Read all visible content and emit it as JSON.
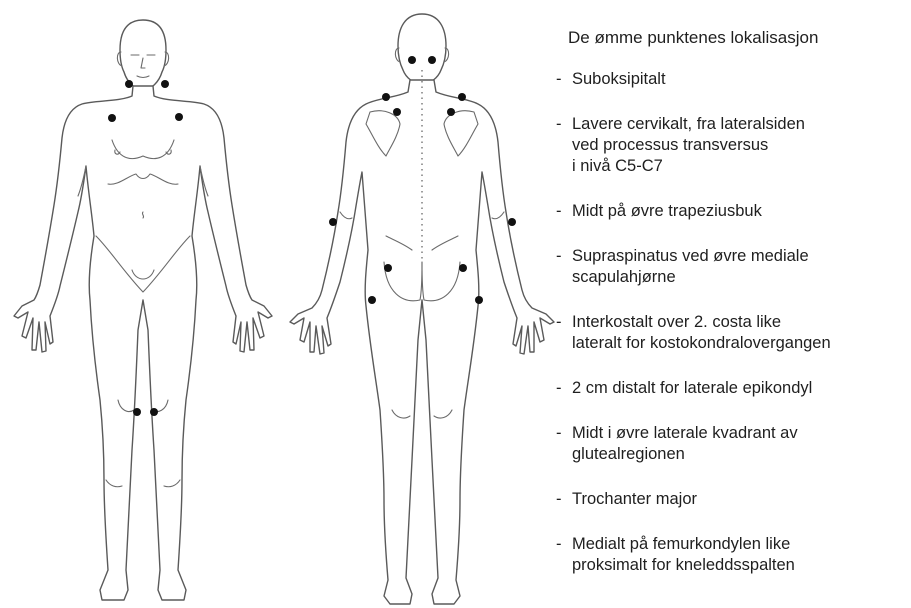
{
  "legend": {
    "title": "De ømme punktenes lokalisasjon",
    "items": [
      "Suboksipitalt",
      "Lavere cervikalt, fra lateralsiden\nved processus transversus\ni nivå C5-C7",
      "Midt på øvre trapeziusbuk",
      "Supraspinatus ved øvre mediale\nscapulahjørne",
      "Interkostalt over 2. costa like\nlateralt for kostokondralovergangen",
      "2 cm distalt for laterale epikondyl",
      "Midt i øvre laterale kvadrant av\nglutealregionen",
      "Trochanter major",
      "Medialt på femurkondylen like\nproksimalt for kneleddsspalten"
    ]
  },
  "figures": {
    "front_view": "anterior-body-figure",
    "back_view": "posterior-body-figure",
    "marker_color": "#111111",
    "outline_color": "#5a5a5a"
  }
}
